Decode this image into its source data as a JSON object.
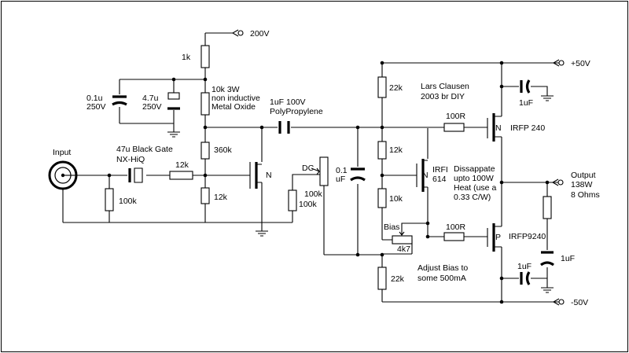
{
  "labels": {
    "v200": "200V",
    "r1k": "1k",
    "c01u": "0.1u",
    "c01u_v": "250V",
    "c47u": "4.7u",
    "c47u_v": "250V",
    "r10k3w": "10k 3W",
    "r10k3w_l2": "non inductive",
    "r10k3w_l3": "Metal Oxide",
    "c1uf100v": "1uF 100V",
    "polyprop": "PolyPropylene",
    "input": "Input",
    "blackgate": "47u Black Gate",
    "nxhiq": "NX-HiQ",
    "r12k_in": "12k",
    "r100k_in": "100k",
    "r360k": "360k",
    "r12k_gate": "12k",
    "n_jfet": "N",
    "dc": "DC",
    "r100k_pot": "100k",
    "r100k_gnd": "100k",
    "c01uf_a": "0.1",
    "c01uf_b": "uF",
    "r22k_top": "22k",
    "designer": "Lars Clausen",
    "year": "2003  br DIY",
    "r12k_mid": "12k",
    "irfi": "IRFI",
    "irfi_num": "614",
    "n_irfi": "N",
    "r10k_mid": "10k",
    "bias": "Bias",
    "pot4k7": "4k7",
    "r100r_top": "100R",
    "r100r_bot": "100R",
    "r22k_bot": "22k",
    "adjust1": "Adjust Bias to",
    "adjust2": "some 500mA",
    "irfp240": "IRFP 240",
    "irfp9240": "IRFP9240",
    "n_mos": "N",
    "p_mos": "P",
    "dissipate1": "Dissappate",
    "dissipate2": "upto 100W",
    "dissipate3": "Heat (use a",
    "dissipate4": "0.33 C/W)",
    "plus50": "+50V",
    "minus50": "-50V",
    "c1uf_top": "1uF",
    "c1uf_bot": "1uF",
    "c1uf_out": "1uF",
    "output": "Output",
    "output_v": "138W",
    "output_ohm": "8 Ohms"
  }
}
